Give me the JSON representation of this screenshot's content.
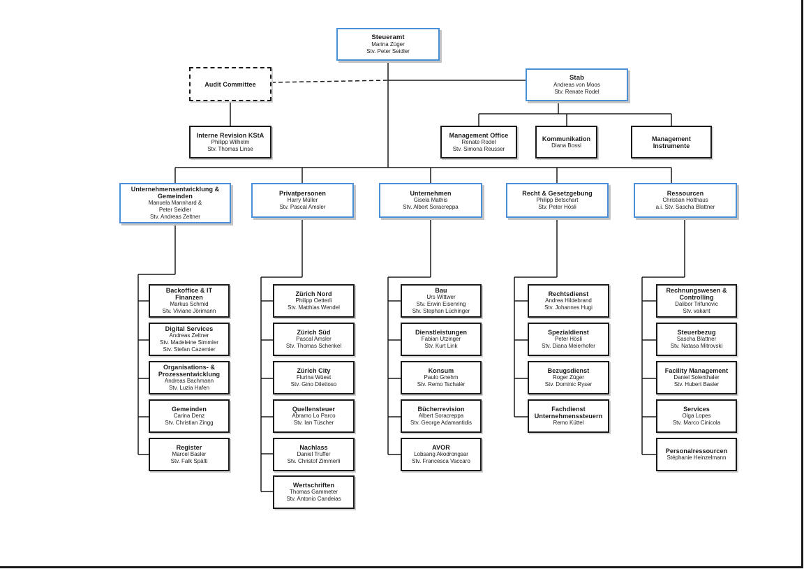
{
  "steueramt": {
    "title": "Steueramt",
    "lines": [
      "Marina Züger",
      "Stv. Peter Seidler"
    ]
  },
  "audit": {
    "title": "Audit Committee"
  },
  "interne_revision": {
    "title": "Interne Revision KStA",
    "lines": [
      "Philipp Wilhelm",
      "Stv. Thomas Linse"
    ]
  },
  "stab": {
    "title": "Stab",
    "lines": [
      "Andreas von Moos",
      "Stv. Renate Rodel"
    ]
  },
  "stab_units": [
    {
      "title": "Management Office",
      "lines": [
        "Renate Rodel",
        "Stv. Simona Reusser"
      ]
    },
    {
      "title": "Kommunikation",
      "lines": [
        "Diana Bossi"
      ]
    },
    {
      "title": "Management\nInstrumente",
      "lines": []
    }
  ],
  "departments": [
    {
      "title": "Unternehmensentwicklung &\nGemeinden",
      "lines": [
        "Manuela Mannhard &",
        "Peter Seidler",
        "Stv. Andreas Zeltner"
      ],
      "units": [
        {
          "title": "Backoffice & IT\nFinanzen",
          "lines": [
            "Markus Schmid",
            "Stv. Viviane Jörimann"
          ]
        },
        {
          "title": "Digital Services",
          "lines": [
            "Andreas Zeltner",
            "Stv. Madeleine Simmler",
            "Stv. Stefan Cazemier"
          ]
        },
        {
          "title": "Organisations- &\nProzessentwicklung",
          "lines": [
            "Andreas Bachmann",
            "Stv. Luzia Hafen"
          ]
        },
        {
          "title": "Gemeinden",
          "lines": [
            "Carina Denz",
            "Stv. Christian Zingg"
          ]
        },
        {
          "title": "Register",
          "lines": [
            "Marcel Basler",
            "Stv. Falk Spälti"
          ]
        }
      ]
    },
    {
      "title": "Privatpersonen",
      "lines": [
        "Harry Müller",
        "Stv. Pascal Amsler"
      ],
      "units": [
        {
          "title": "Zürich Nord",
          "lines": [
            "Philipp Oetterli",
            "Stv. Matthias Wendel"
          ]
        },
        {
          "title": "Zürich Süd",
          "lines": [
            "Pascal Amsler",
            "Stv. Thomas Schenkel"
          ]
        },
        {
          "title": "Zürich City",
          "lines": [
            "Flurina Wüest",
            "Stv. Gino Dilettoso"
          ]
        },
        {
          "title": "Quellensteuer",
          "lines": [
            "Abramo Lo Parco",
            "Stv. Ian Tüscher"
          ]
        },
        {
          "title": "Nachlass",
          "lines": [
            "Daniel Truffer",
            "Stv. Christof Zimmerli"
          ]
        },
        {
          "title": "Wertschriften",
          "lines": [
            "Thomas Gammeter",
            "Stv. Antonio Candeias"
          ]
        }
      ]
    },
    {
      "title": "Unternehmen",
      "lines": [
        "Gisela Mathis",
        "Stv. Albert Soracreppa"
      ],
      "units": [
        {
          "title": "Bau",
          "lines": [
            "Urs Wittwer",
            "Stv. Erwin Eisenring",
            "Stv. Stephan Lüchinger"
          ]
        },
        {
          "title": "Dienstleistungen",
          "lines": [
            "Fabian Utzinger",
            "Stv. Kurt Link"
          ]
        },
        {
          "title": "Konsum",
          "lines": [
            "Paulo Gnehm",
            "Stv. Remo Tschalèr"
          ]
        },
        {
          "title": "Bücherrevision",
          "lines": [
            "Albert Soracreppa",
            "Stv. George Adamantidis"
          ]
        },
        {
          "title": "AVOR",
          "lines": [
            "Lobsang Akodrongsar",
            "Stv. Francesca Vaccaro"
          ]
        }
      ]
    },
    {
      "title": "Recht & Gesetzgebung",
      "lines": [
        "Philipp Betschart",
        "Stv. Peter Hösli"
      ],
      "units": [
        {
          "title": "Rechtsdienst",
          "lines": [
            "Andrea Hildebrand",
            "Stv. Johannes Hugi"
          ]
        },
        {
          "title": "Spezialdienst",
          "lines": [
            "Peter Hösli",
            "Stv. Diana Meierhofer"
          ]
        },
        {
          "title": "Bezugsdienst",
          "lines": [
            "Roger Züger",
            "Stv. Dominic Ryser"
          ]
        },
        {
          "title": "Fachdienst\nUnternehmenssteuern",
          "lines": [
            "Remo Küttel"
          ]
        }
      ]
    },
    {
      "title": "Ressourcen",
      "lines": [
        "Christian Holthaus",
        "a.i. Stv. Sascha Blattner"
      ],
      "units": [
        {
          "title": "Rechnungswesen &\nControlling",
          "lines": [
            "Dalibor Trifunovic",
            "Stv. vakant"
          ]
        },
        {
          "title": "Steuerbezug",
          "lines": [
            "Sascha Blattner",
            "Stv. Natasa Mitrovski"
          ]
        },
        {
          "title": "Facility Management",
          "lines": [
            "Daniel Solenthaler",
            "Stv. Hubert Basler"
          ]
        },
        {
          "title": "Services",
          "lines": [
            "Olga Lopes",
            "Stv. Marco Cinicola"
          ]
        },
        {
          "title": "Personalressourcen",
          "lines": [
            "Stéphanie Heinzelmann"
          ]
        }
      ]
    }
  ]
}
